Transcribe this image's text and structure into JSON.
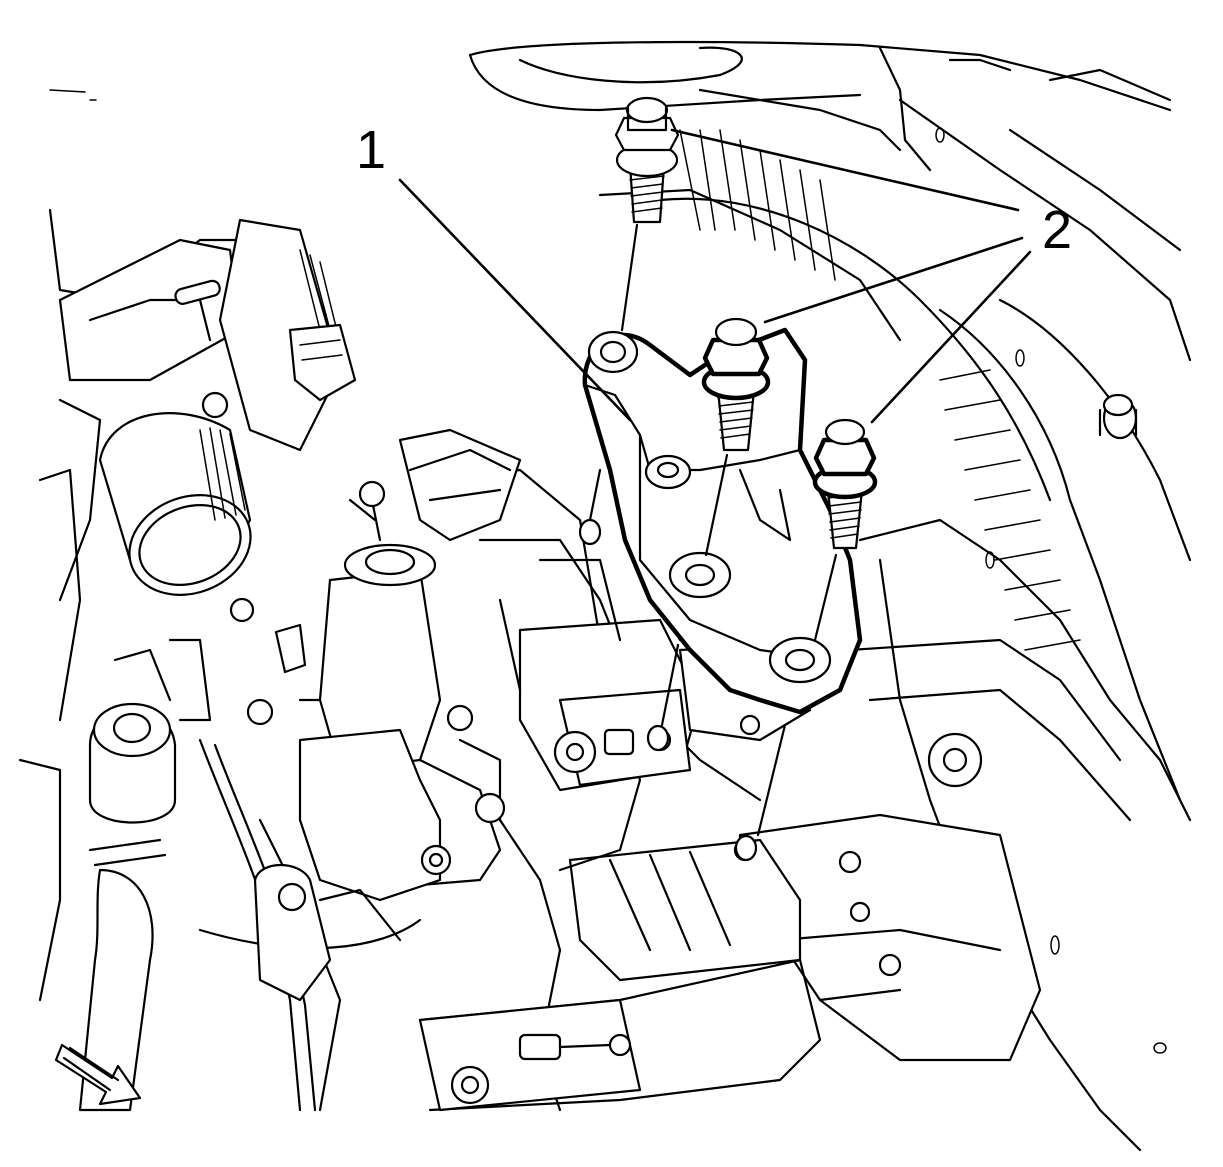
{
  "callouts": [
    {
      "label": "1",
      "part": "transmission-mount-bracket"
    },
    {
      "label": "2",
      "part": "bracket-bolts"
    }
  ],
  "colors": {
    "line": "#000000",
    "background": "#ffffff"
  },
  "icons": {
    "direction": "front-of-vehicle-arrow-icon"
  }
}
